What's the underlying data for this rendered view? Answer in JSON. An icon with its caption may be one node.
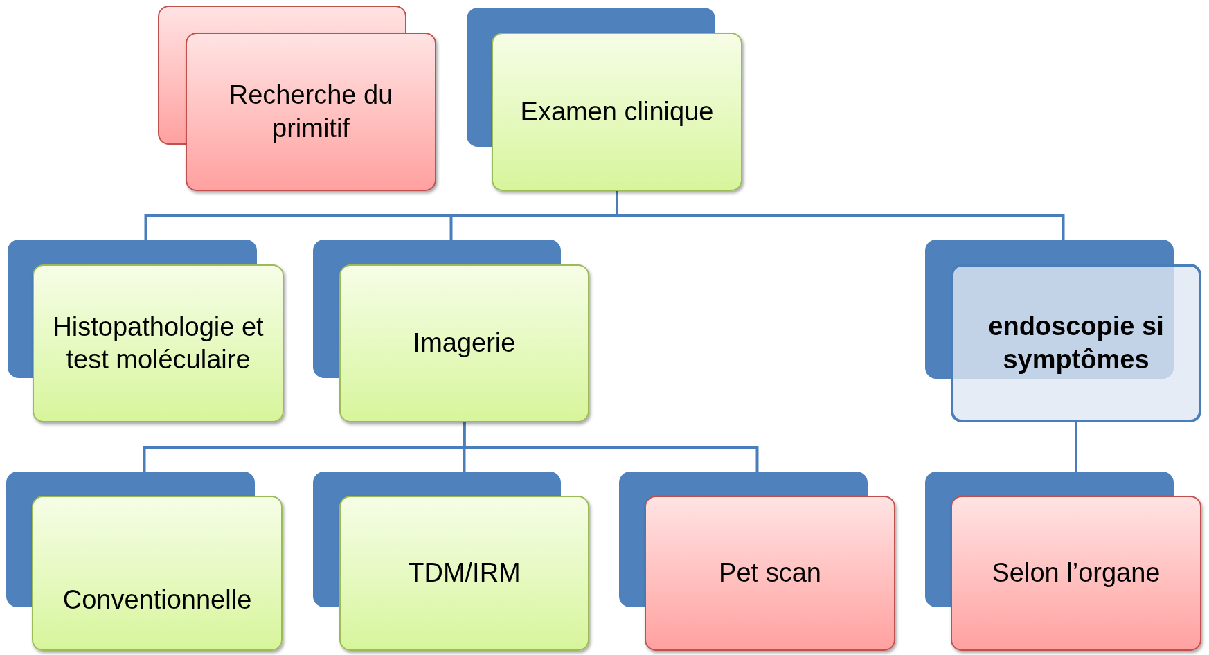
{
  "diagram": {
    "nodes": [
      {
        "text": [
          "Recherche du primitif"
        ]
      },
      {
        "text": [
          "Examen clinique"
        ]
      },
      {
        "text": [
          "Histopathologie et test moléculaire"
        ]
      },
      {
        "text": [
          "Imagerie"
        ]
      },
      {
        "text": [
          "endoscopie si symptômes"
        ]
      },
      {
        "text": [
          "Conventionnelle"
        ]
      },
      {
        "text": [
          "TDM/IRM"
        ]
      },
      {
        "text": [
          "Pet scan"
        ]
      },
      {
        "text": [
          "Selon l’organe"
        ]
      }
    ],
    "edges": [
      {
        "from": 1,
        "to": 2,
        "arrow": "none"
      },
      {
        "from": 1,
        "to": 3,
        "arrow": "none"
      },
      {
        "from": 1,
        "to": 4,
        "arrow": "none"
      },
      {
        "from": 3,
        "to": 5,
        "arrow": "none"
      },
      {
        "from": 3,
        "to": 6,
        "arrow": "none"
      },
      {
        "from": 3,
        "to": 7,
        "arrow": "none"
      },
      {
        "from": 4,
        "to": 8,
        "arrow": "none"
      }
    ]
  }
}
